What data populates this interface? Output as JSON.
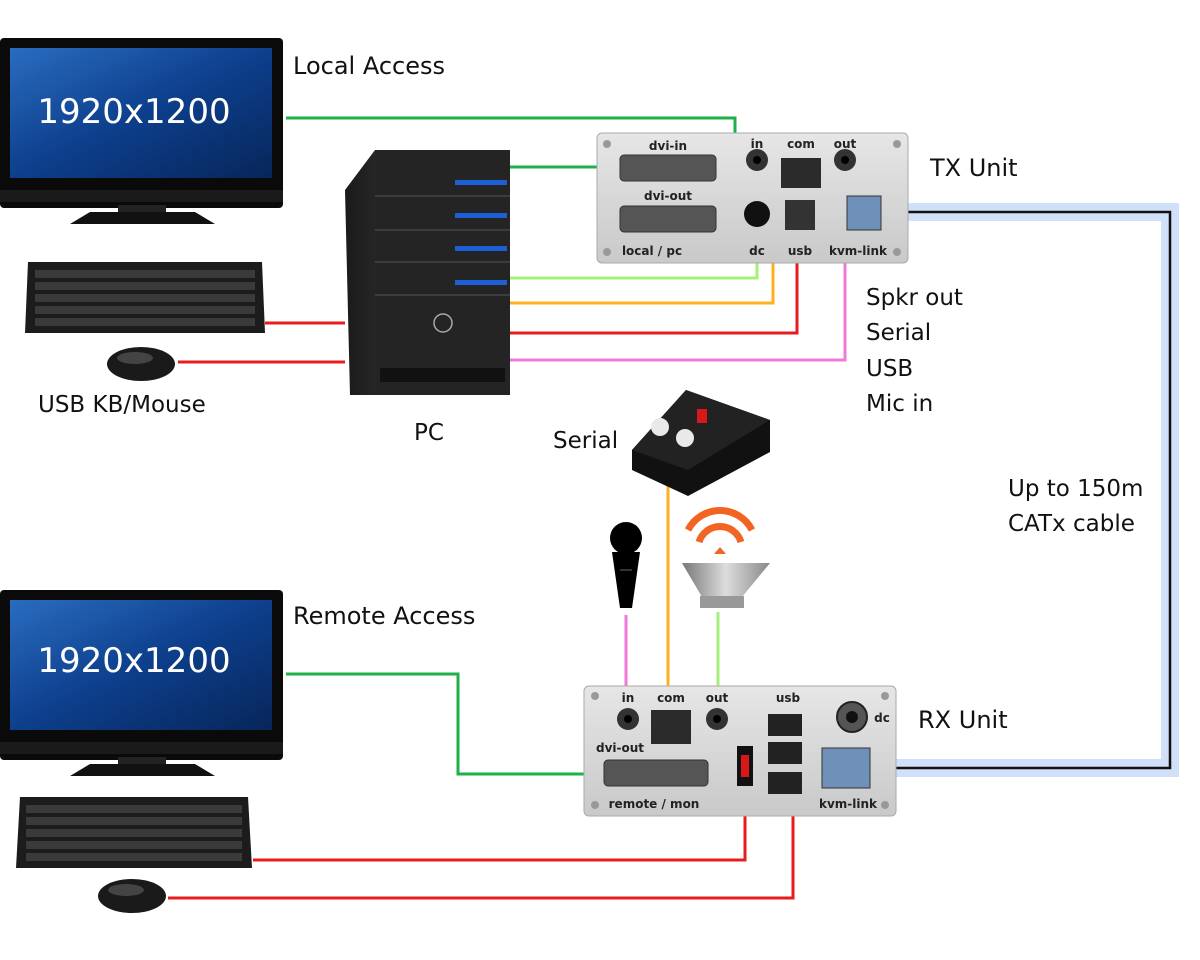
{
  "labels": {
    "local_access": "Local Access",
    "remote_access": "Remote Access",
    "tx_unit": "TX Unit",
    "rx_unit": "RX Unit",
    "pc": "PC",
    "usb_kb_mouse": "USB KB/Mouse",
    "serial_device": "Serial",
    "cable_line1": "Up to 150m",
    "cable_line2": "CATx cable",
    "signals": [
      "Spkr out",
      "Serial",
      "USB",
      "Mic in"
    ]
  },
  "monitors": {
    "local_resolution": "1920x1200",
    "remote_resolution": "1920x1200"
  },
  "tx_ports": {
    "dvi_in": "dvi-in",
    "dvi_out": "dvi-out",
    "local_pc": "local / pc",
    "in": "in",
    "com": "com",
    "out": "out",
    "dc": "dc",
    "usb": "usb",
    "kvm_link": "kvm-link"
  },
  "rx_ports": {
    "in": "in",
    "com": "com",
    "out": "out",
    "usb": "usb",
    "dc": "dc",
    "dvi_out": "dvi-out",
    "remote_mon": "remote / mon",
    "kvm_link": "kvm-link"
  },
  "colors": {
    "dvi": "#1fb04a",
    "audio_out": "#a6f07a",
    "serial": "#ffb020",
    "usb": "#e81c1c",
    "mic": "#f07ad8",
    "catx": "#111111",
    "catx_glow": "#6b9ee8",
    "screen": "#0d3f8c"
  }
}
